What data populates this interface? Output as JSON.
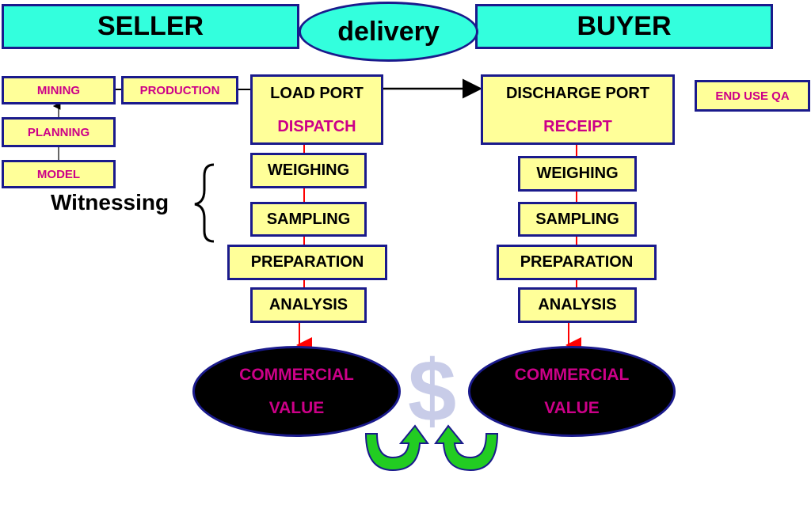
{
  "seller": {
    "title": "SELLER"
  },
  "buyer": {
    "title": "BUYER"
  },
  "delivery": "delivery",
  "seller_side": {
    "mining": "MINING",
    "planning": "PLANNING",
    "model": "MODEL",
    "production": "PRODUCTION",
    "port_line1": "LOAD PORT",
    "port_line2": "DISPATCH",
    "steps": [
      "WEIGHING",
      "SAMPLING",
      "PREPARATION",
      "ANALYSIS"
    ],
    "value_line1": "COMMERCIAL",
    "value_line2": "VALUE"
  },
  "buyer_side": {
    "end_use": "END USE QA",
    "port_line1": "DISCHARGE PORT",
    "port_line2": "RECEIPT",
    "steps": [
      "WEIGHING",
      "SAMPLING",
      "PREPARATION",
      "ANALYSIS"
    ],
    "value_line1": "COMMERCIAL",
    "value_line2": "VALUE"
  },
  "witnessing": "Witnessing",
  "dollar": "$",
  "colors": {
    "banner": "#33ffdd",
    "box": "#ffff99",
    "border": "#1a1a8c",
    "accent_text": "#cc0088",
    "connector": "#ff0000",
    "arrow_green": "#22cc22",
    "dollar": "#c8cce8"
  }
}
